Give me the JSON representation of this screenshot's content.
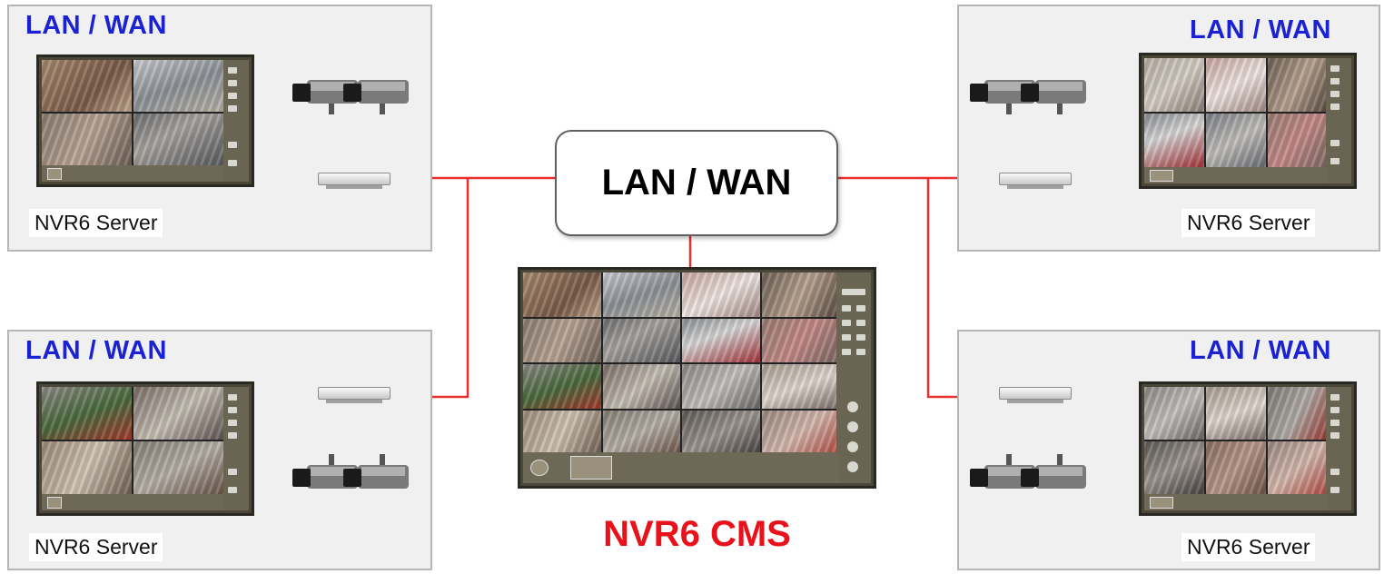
{
  "cloud": {
    "label": "LAN / WAN"
  },
  "cms": {
    "title": "NVR6 CMS"
  },
  "sites": [
    {
      "network_label": "LAN / WAN",
      "server_label": "NVR6 Server"
    },
    {
      "network_label": "LAN / WAN",
      "server_label": "NVR6 Server"
    },
    {
      "network_label": "LAN / WAN",
      "server_label": "NVR6 Server"
    },
    {
      "network_label": "LAN / WAN",
      "server_label": "NVR6 Server"
    }
  ],
  "icons": {
    "camera": "cctv-camera-icon",
    "switch": "network-switch-icon",
    "monitor": "nvr-monitor-icon"
  },
  "colors": {
    "network_label": "#1a22d4",
    "cms_title": "#e8121a",
    "link_line": "#e83030",
    "cable": "#222222",
    "panel_bg": "#f0f0f0"
  }
}
